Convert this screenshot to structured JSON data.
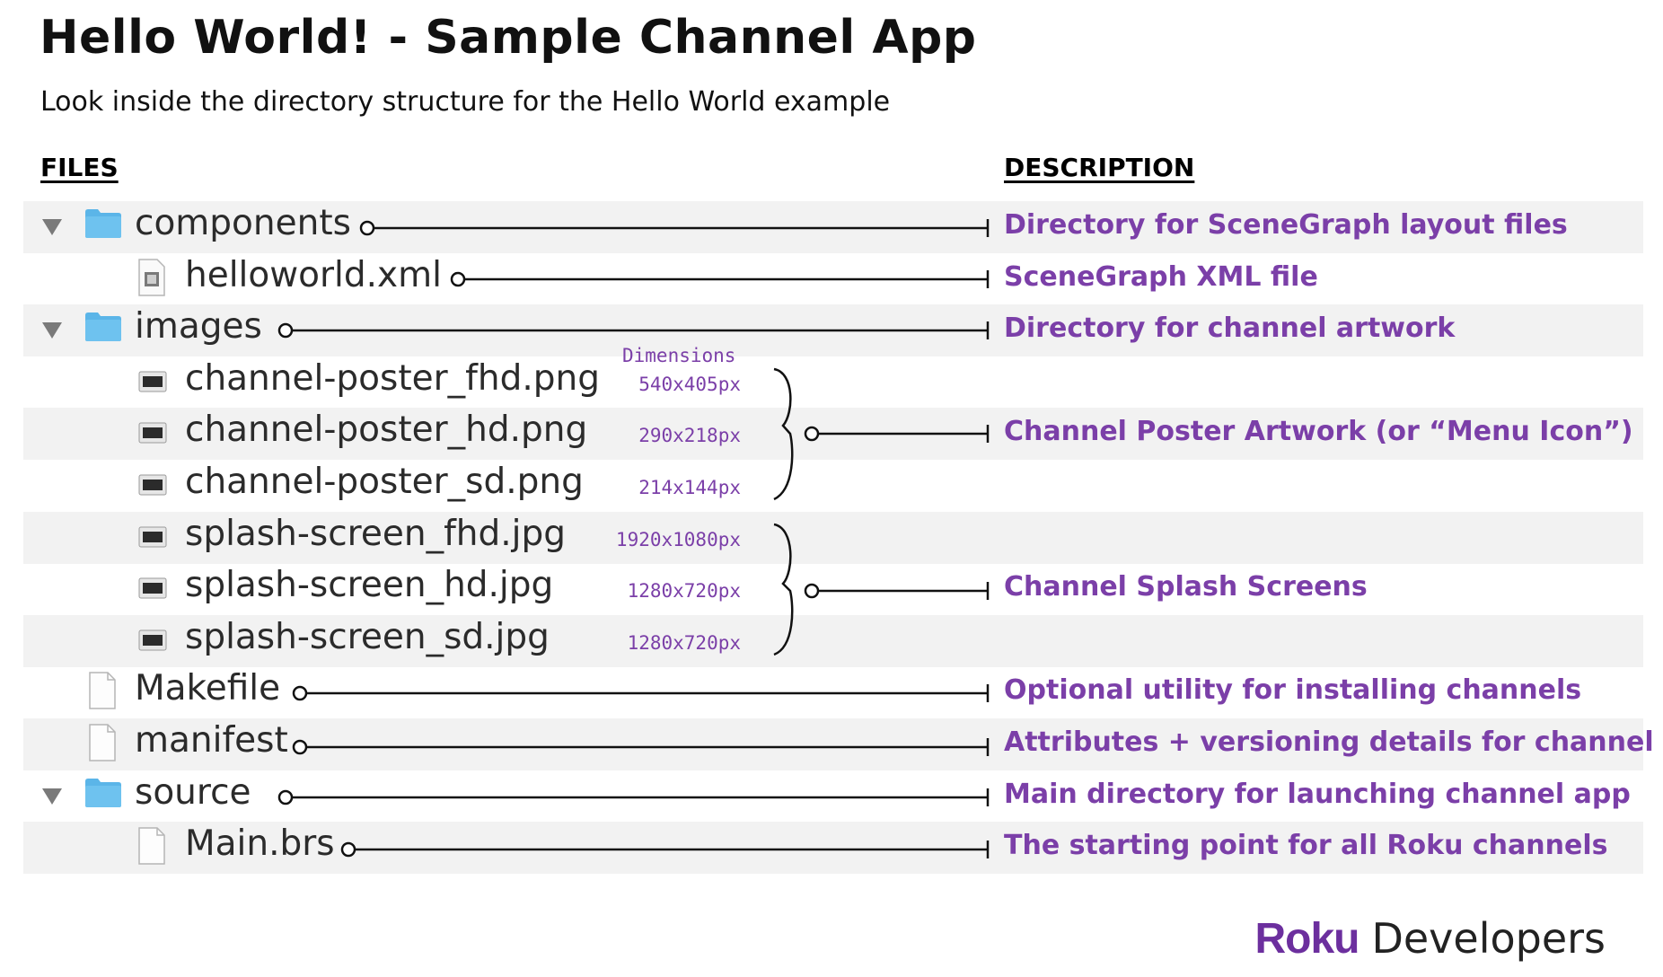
{
  "title": "Hello World! - Sample Channel App",
  "subtitle": "Look inside the directory structure for the Hello World example",
  "columns": {
    "files": "FILES",
    "description": "DESCRIPTION"
  },
  "dimensions_label": "Dimensions",
  "entries": [
    {
      "name": "components",
      "type": "folder",
      "description": "Directory for SceneGraph layout files"
    },
    {
      "name": "helloworld.xml",
      "type": "xml-file",
      "description": "SceneGraph XML file"
    },
    {
      "name": "images",
      "type": "folder",
      "description": "Directory for channel artwork"
    },
    {
      "name": "channel-poster_fhd.png",
      "type": "image-file",
      "dimensions": "540x405px"
    },
    {
      "name": "channel-poster_hd.png",
      "type": "image-file",
      "dimensions": "290x218px"
    },
    {
      "name": "channel-poster_sd.png",
      "type": "image-file",
      "dimensions": "214x144px"
    },
    {
      "name": "splash-screen_fhd.jpg",
      "type": "image-file",
      "dimensions": "1920x1080px"
    },
    {
      "name": "splash-screen_hd.jpg",
      "type": "image-file",
      "dimensions": "1280x720px"
    },
    {
      "name": "splash-screen_sd.jpg",
      "type": "image-file",
      "dimensions": "1280x720px"
    },
    {
      "name": "Makefile",
      "type": "file",
      "description": "Optional utility for installing channels"
    },
    {
      "name": "manifest",
      "type": "file",
      "description": "Attributes + versioning details for channel"
    },
    {
      "name": "source",
      "type": "folder",
      "description": "Main directory for launching channel app"
    },
    {
      "name": "Main.brs",
      "type": "file",
      "description": "The starting point for all Roku channels"
    }
  ],
  "groups": [
    {
      "description": "Channel Poster Artwork (or “Menu Icon”)"
    },
    {
      "description": "Channel Splash Screens"
    }
  ],
  "brand": {
    "logo": "Roku",
    "suffix": "Developers"
  },
  "colors": {
    "accent": "#7b3fa8",
    "band": "#f2f2f2",
    "folder": "#5bb5e8"
  }
}
